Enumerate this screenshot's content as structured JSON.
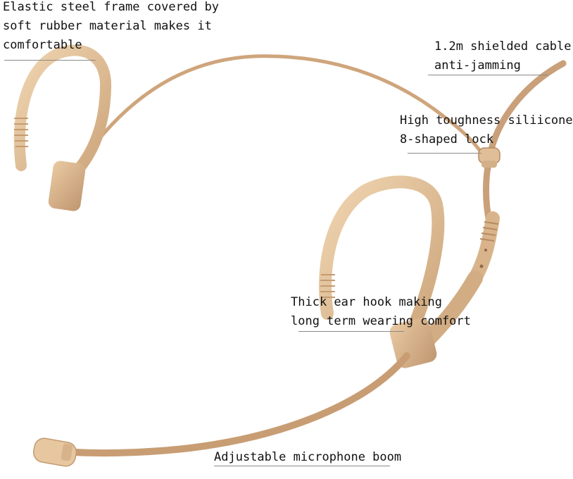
{
  "colors": {
    "background": "#ffffff",
    "skin_tone": "#e3c39c",
    "skin_shadow": "#b9906a",
    "skin_highlight": "#f3dcbd",
    "text": "#111111",
    "leader_line": "#8a8a8a"
  },
  "callouts": {
    "frame": {
      "line1": "Elastic steel frame covered by",
      "line2": "soft rubber material makes it",
      "line3": "comfortable"
    },
    "cable": {
      "line1": "1.2m shielded cable",
      "line2": "anti-jamming"
    },
    "lock": {
      "line1": "High toughness siliicone",
      "line2": "8-shaped lock"
    },
    "earhook": {
      "line1": "Thick ear hook making",
      "line2": "long term wearing comfort"
    },
    "boom": {
      "line1": "Adjustable microphone boom"
    }
  }
}
